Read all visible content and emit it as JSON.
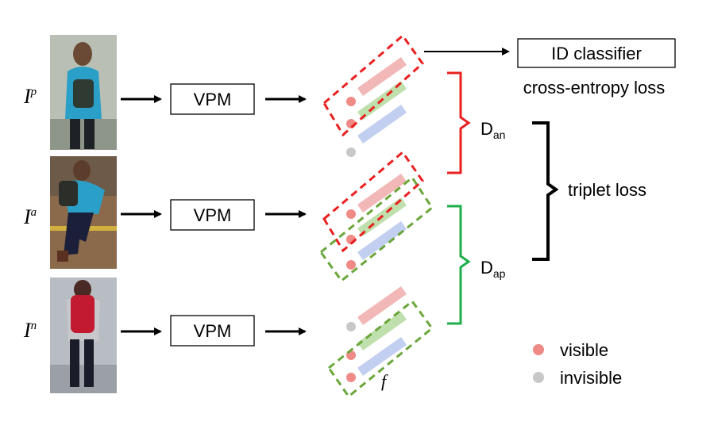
{
  "inputs": {
    "positive": {
      "symbol": "I",
      "superscript": "p"
    },
    "anchor": {
      "symbol": "I",
      "superscript": "a"
    },
    "negative": {
      "symbol": "I",
      "superscript": "n"
    }
  },
  "modules": {
    "vpm_label": "VPM"
  },
  "outputs": {
    "id_classifier": "ID classifier",
    "cross_entropy": "cross-entropy loss",
    "triplet_loss": "triplet loss"
  },
  "distances": {
    "anchor_negative": {
      "base": "D",
      "subscript": "an"
    },
    "anchor_positive": {
      "base": "D",
      "subscript": "ap"
    }
  },
  "feature_label": "f",
  "legend": {
    "visible": "visible",
    "invisible": "invisible"
  },
  "colors": {
    "region_top": "#f2b8b8",
    "region_mid": "#bfe0ad",
    "region_bottom": "#c3cff0",
    "dot_visible": "#f08a86",
    "dot_invisible": "#c8c8c8",
    "box_red": "#e82020",
    "box_green": "#6aa63a",
    "bracket_red": "#e82020",
    "bracket_green": "#1fae4a"
  }
}
